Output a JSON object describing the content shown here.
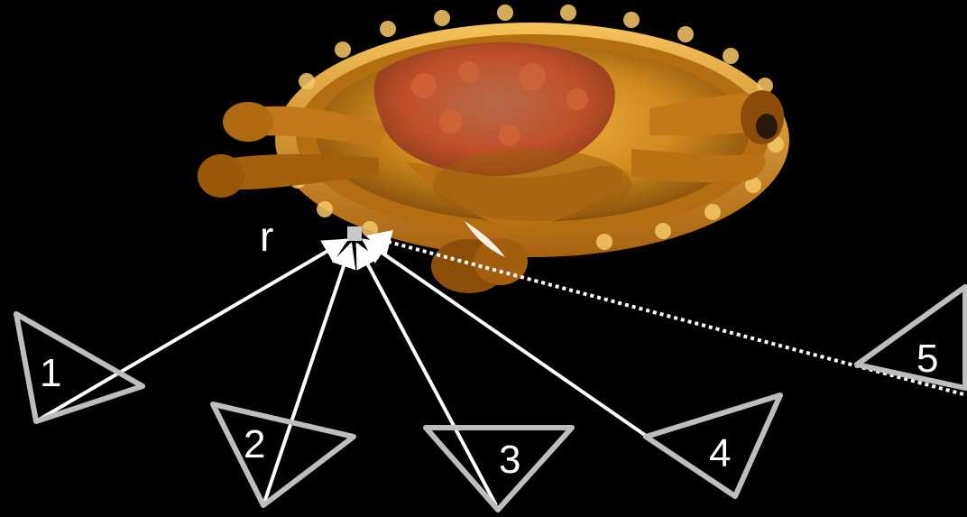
{
  "figure": {
    "point_label": "r",
    "cameras": [
      {
        "label": "1",
        "ray_style": "solid"
      },
      {
        "label": "2",
        "ray_style": "solid"
      },
      {
        "label": "3",
        "ray_style": "solid"
      },
      {
        "label": "4",
        "ray_style": "solid"
      },
      {
        "label": "5",
        "ray_style": "dotted"
      }
    ],
    "colors": {
      "background": "#000000",
      "ray": "#ffffff",
      "camera_outline": "#bdbdbd",
      "point_marker": "#c9c9c9",
      "object_gold": "#d08a1e",
      "object_red": "#c0502a"
    }
  }
}
